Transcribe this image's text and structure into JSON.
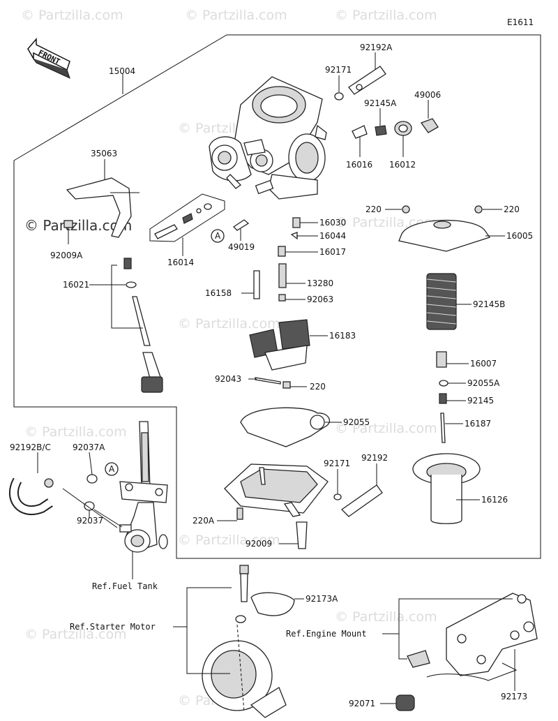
{
  "diagram_code": "E1611",
  "front_label": "FRONT",
  "watermarks": [
    "© Partzilla.com",
    "© Partzilla.com",
    "© Partzilla.com",
    "© Partzilla.com",
    "© Partzilla.com",
    "© Partzilla.com",
    "© Partzilla.com",
    "© Partzilla.com",
    "© Partzilla.com",
    "© Partzilla.com",
    "© Partzilla.com",
    "© Partzilla.com",
    "© Partzilla.com"
  ],
  "callout_marker": "A",
  "parts": {
    "p15004": "15004",
    "p92192A": "92192A",
    "p92171_top": "92171",
    "p92145A": "92145A",
    "p49006": "49006",
    "p16016": "16016",
    "p16012": "16012",
    "p35063": "35063",
    "p92009A": "92009A",
    "p16014": "16014",
    "p49019": "49019",
    "p16030": "16030",
    "p16044": "16044",
    "p16017": "16017",
    "p220_l": "220",
    "p220_r": "220",
    "p16005": "16005",
    "p16021": "16021",
    "p16158": "16158",
    "p13280": "13280",
    "p92063": "92063",
    "p92145B": "92145B",
    "p16183": "16183",
    "p16007": "16007",
    "p92043": "92043",
    "p220_mid": "220",
    "p92055A": "92055A",
    "p92145": "92145",
    "p92055": "92055",
    "p16187": "16187",
    "p92192BC": "92192B/C",
    "p92037A": "92037A",
    "p92171_bot": "92171",
    "p92192": "92192",
    "p16126": "16126",
    "p92037": "92037",
    "p220A": "220A",
    "p92009": "92009",
    "p92173A": "92173A",
    "p92071": "92071",
    "p92173": "92173"
  },
  "refs": {
    "fuel_tank": "Ref.Fuel Tank",
    "starter_motor": "Ref.Starter Motor",
    "engine_mount": "Ref.Engine Mount"
  }
}
